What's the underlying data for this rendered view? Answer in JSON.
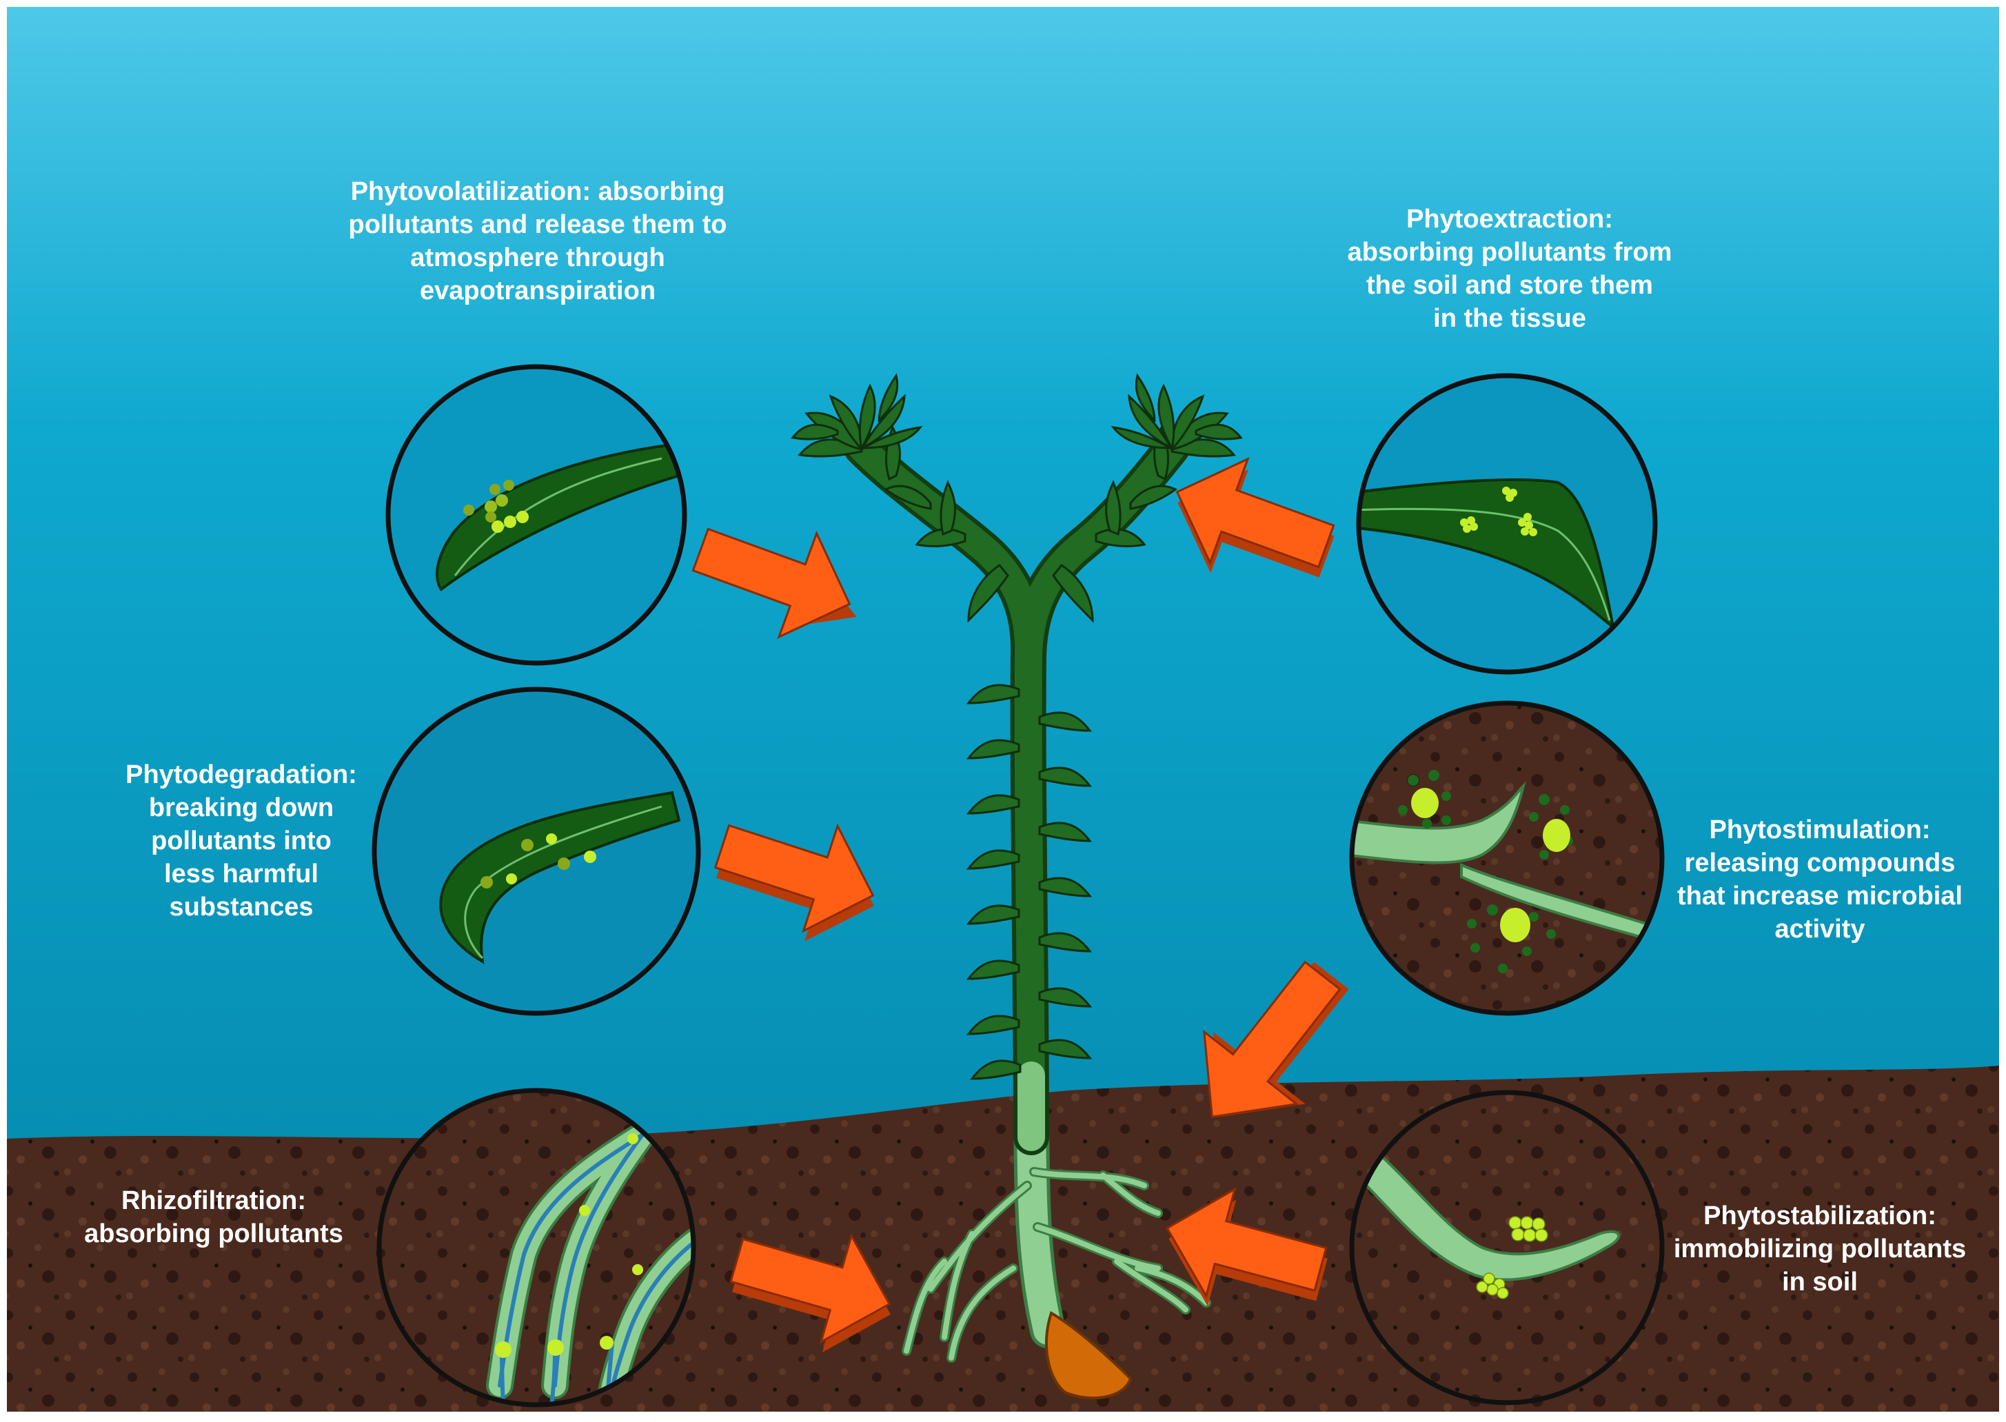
{
  "colors": {
    "water_top": "#4ec8e8",
    "water_mid": "#0fa8cf",
    "water_bottom": "#0384a8",
    "soil": "#4a2a1e",
    "soil_speck": "#2f1812",
    "plant_dark": "#1d5e1d",
    "plant_leaf": "#226b22",
    "root": "#8fcf92",
    "root_outline": "#3c7d44",
    "pollutant": "#c6ee2a",
    "arrow": "#ff5f14",
    "arrow_shadow": "#b83b0a",
    "label_text": "#ffffff"
  },
  "processes": {
    "phytovolatilization": "Phytovolatilization: absorbing\npollutants and release them to\natmosphere through\nevapotranspiration",
    "phytoextraction": "Phytoextraction:\nabsorbing pollutants from\nthe soil and store them\nin the tissue",
    "phytodegradation": "Phytodegradation:\nbreaking down\npollutants into\nless harmful\nsubstances",
    "phytostimulation": "Phytostimulation:\nreleasing compounds\nthat increase microbial\nactivity",
    "rhizofiltration": "Rhizofiltration:\nabsorbing pollutants",
    "phytostabilization": "Phytostabilization:\nimmobilizing pollutants\nin soil"
  }
}
